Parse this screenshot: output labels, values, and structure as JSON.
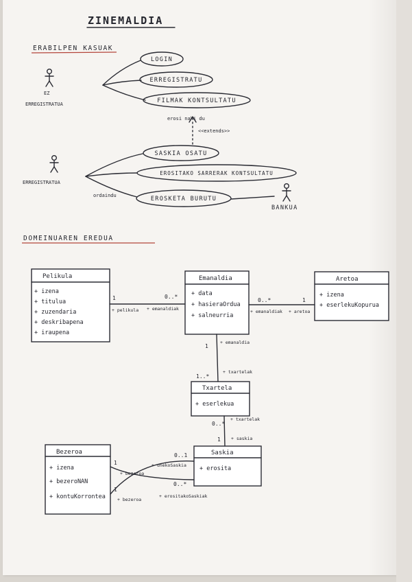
{
  "title": "ZINEMALDIA",
  "sections": {
    "use_cases_heading": "ERABILPEN KASUAK",
    "domain_heading": "DOMEINUAREN EREDUA"
  },
  "actors": {
    "unregistered_line1": "EZ",
    "unregistered_line2": "ERREGISTRATUA",
    "registered": "ERREGISTRATUA",
    "bank": "BANKUA"
  },
  "use_cases": {
    "login": "LOGIN",
    "register": "ERREGISTRATU",
    "browse_films": "FILMAK KONTSULTATU",
    "buy_basket": "SASKIA OSATU",
    "check_bought": "EROSITAKO SARRERAK KONTSULTATU",
    "pay": "EROSKETA BURUTU"
  },
  "notes": {
    "include_label": "erosi nahi du",
    "extends_label": "<<extends>>",
    "pay_label": "ordaindu"
  },
  "classes": {
    "pelikula": {
      "name": "Pelikula",
      "attrs": [
        "+ izena",
        "+ titulua",
        "+ zuzendaria",
        "+ deskribapena",
        "+ iraupena"
      ]
    },
    "emanaldia": {
      "name": "Emanaldia",
      "attrs": [
        "+ data",
        "+ hasieraOrdua",
        "+ salneurria"
      ]
    },
    "aretoa": {
      "name": "Aretoa",
      "attrs": [
        "+ izena",
        "+ eserlekuKopurua"
      ]
    },
    "txartela": {
      "name": "Txartela",
      "attrs": [
        "+ eserlekua"
      ]
    },
    "saskia": {
      "name": "Saskia",
      "attrs": [
        "+ erosita"
      ]
    },
    "bezeroa": {
      "name": "Bezeroa",
      "attrs": [
        "+ izena",
        "+ bezeroNAN",
        "+ kontuKorrontea"
      ]
    }
  },
  "relations": {
    "pel_em": {
      "left_mult": "1",
      "right_mult": "0..*",
      "left_role": "+ pelikula",
      "right_role": "+ emanaldiak"
    },
    "em_ar": {
      "left_mult": "0..*",
      "right_mult": "1",
      "left_role": "+ emanaldiak",
      "right_role": "+ aretoa"
    },
    "em_tx": {
      "top_mult": "1",
      "bottom_mult": "1..*",
      "top_role": "+ emanaldia",
      "bottom_role": "+ txartelak"
    },
    "tx_sa": {
      "top_mult": "0..*",
      "bottom_mult": "1",
      "top_role": "+ txartelak",
      "bottom_role": "+ saskia"
    },
    "be_sa_1": {
      "left_mult": "1",
      "right_mult": "0..1",
      "left_role": "+ bezeroa",
      "right_role": "+ unekoSaskia"
    },
    "be_sa_2": {
      "left_mult": "1",
      "right_mult": "0..*",
      "left_role": "+ bezeroa",
      "right_role": "+ erositakoSaskiak"
    }
  }
}
